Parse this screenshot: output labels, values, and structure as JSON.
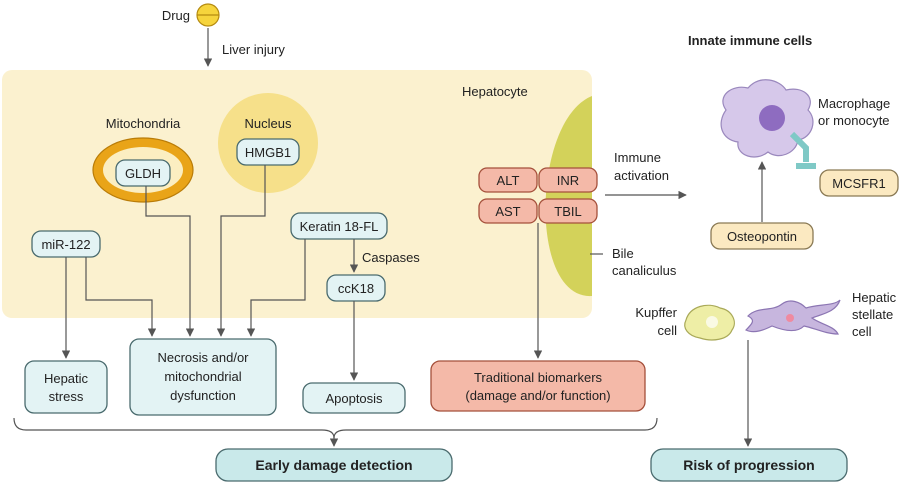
{
  "top": {
    "drug_label": "Drug",
    "liver_injury_label": "Liver injury"
  },
  "hepatocyte": {
    "label": "Hepatocyte",
    "mitochondria_label": "Mitochondria",
    "gldh": "GLDH",
    "nucleus_label": "Nucleus",
    "hmgb1": "HMGB1",
    "mir122": "miR-122",
    "keratin": "Keratin 18-FL",
    "caspases": "Caspases",
    "cck18": "ccK18",
    "alt": "ALT",
    "inr": "INR",
    "ast": "AST",
    "tbil": "TBIL",
    "bile_line1": "Bile",
    "bile_line2": "canaliculus"
  },
  "outcomes": {
    "hepatic_stress_line1": "Hepatic",
    "hepatic_stress_line2": "stress",
    "necrosis_line1": "Necrosis and/or",
    "necrosis_line2": "mitochondrial",
    "necrosis_line3": "dysfunction",
    "apoptosis": "Apoptosis",
    "traditional_line1": "Traditional biomarkers",
    "traditional_line2": "(damage and/or function)",
    "early_detection": "Early damage detection"
  },
  "immune": {
    "title": "Innate immune cells",
    "immune_activation_line1": "Immune",
    "immune_activation_line2": "activation",
    "macrophage_line1": "Macrophage",
    "macrophage_line2": "or monocyte",
    "mcsfr1": "MCSFR1",
    "osteopontin": "Osteopontin",
    "kupffer_line1": "Kupffer",
    "kupffer_line2": "cell",
    "stellate_line1": "Hepatic",
    "stellate_line2": "stellate",
    "stellate_line3": "cell",
    "risk": "Risk of progression"
  },
  "colors": {
    "cell_background": "#fbf1cf",
    "mitochondria_orange": "#e9a418",
    "nucleus_yellow": "#f6e08a",
    "marker_blue": "#e3f3f4",
    "traditional_pink": "#f4b9a8",
    "outcome_teal": "#c9e9ea",
    "macrophage_purple": "#d6c8ea",
    "receptor_teal": "#7fc9c6",
    "bile_green": "#d3d25a"
  }
}
